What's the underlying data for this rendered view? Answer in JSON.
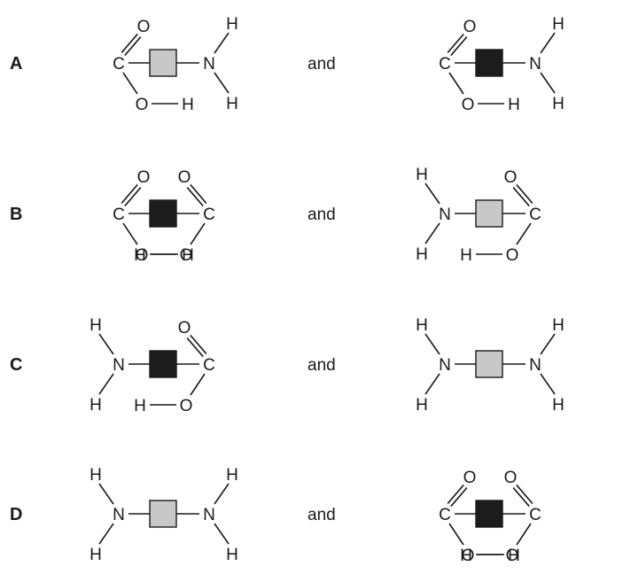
{
  "connector_word": "and",
  "block_colors": {
    "grey": "#c8c8c8",
    "black": "#1c1c1c"
  },
  "options": [
    {
      "label": "A",
      "left": {
        "left_group": "carboxyl",
        "block": "grey",
        "right_group": "amino"
      },
      "right": {
        "left_group": "carboxyl",
        "block": "black",
        "right_group": "amino"
      }
    },
    {
      "label": "B",
      "left": {
        "left_group": "carboxyl",
        "block": "black",
        "right_group": "carboxyl"
      },
      "right": {
        "left_group": "amino",
        "block": "grey",
        "right_group": "carboxyl"
      }
    },
    {
      "label": "C",
      "left": {
        "left_group": "amino",
        "block": "black",
        "right_group": "carboxyl"
      },
      "right": {
        "left_group": "amino",
        "block": "grey",
        "right_group": "amino"
      }
    },
    {
      "label": "D",
      "left": {
        "left_group": "amino",
        "block": "grey",
        "right_group": "amino"
      },
      "right": {
        "left_group": "carboxyl",
        "block": "black",
        "right_group": "carboxyl"
      }
    }
  ],
  "atoms": {
    "carbon": "C",
    "oxygen": "O",
    "nitrogen": "N",
    "hydrogen": "H"
  }
}
